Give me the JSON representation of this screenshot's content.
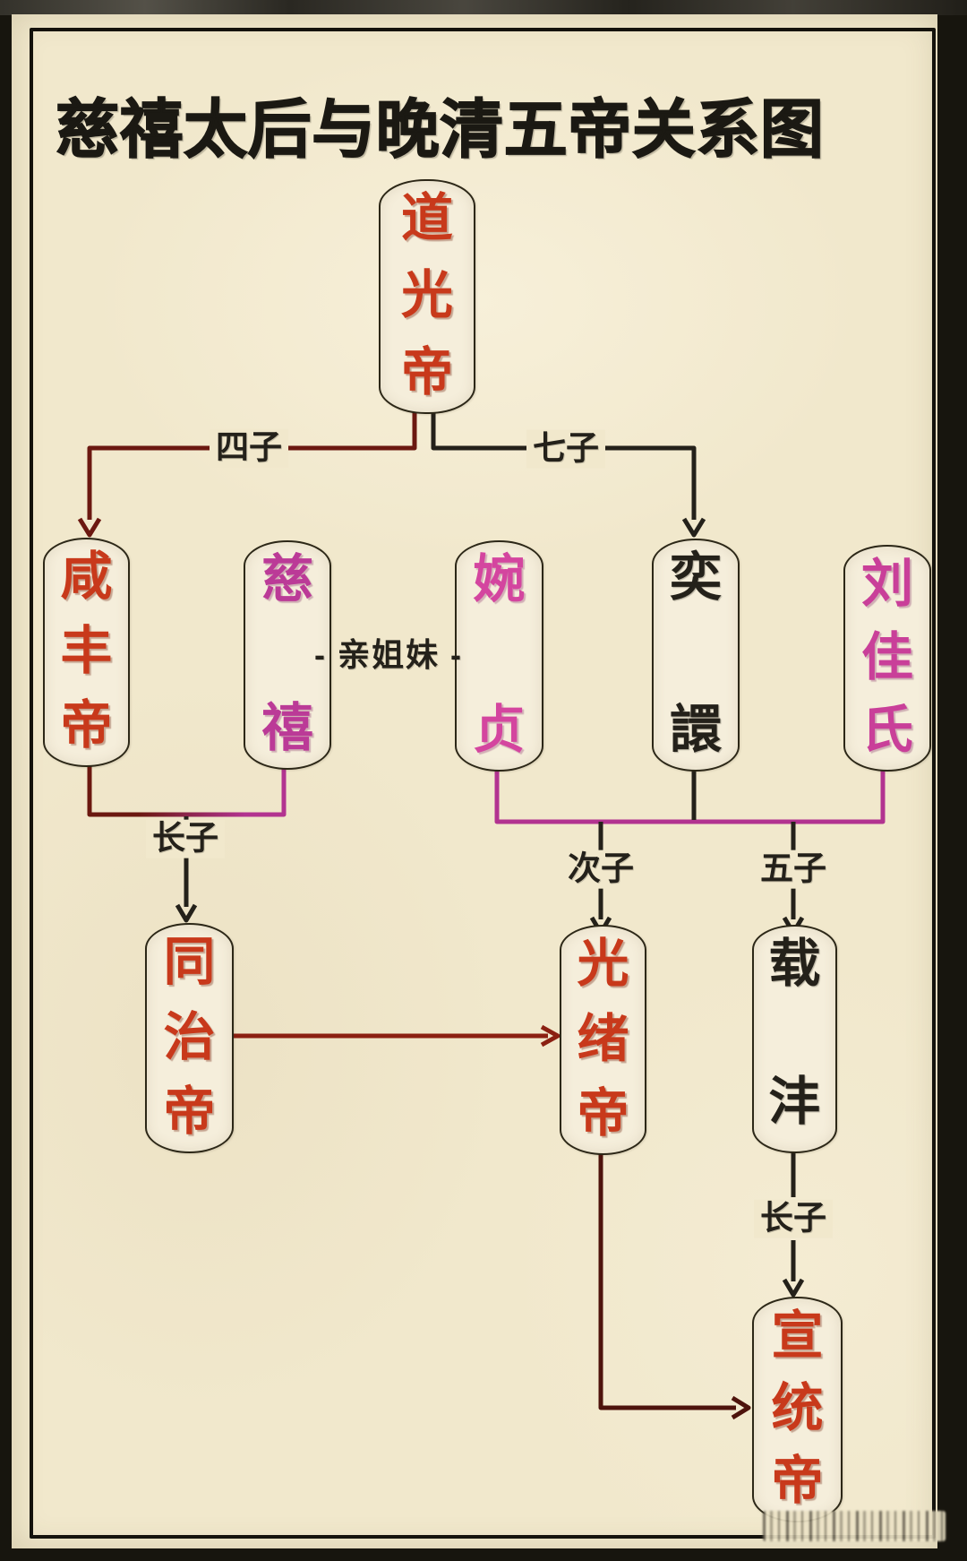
{
  "title": "慈禧太后与晚清五帝关系图",
  "nodes": [
    {
      "id": "daoguang",
      "label": "道光帝"
    },
    {
      "id": "xianfeng",
      "label": "咸丰帝"
    },
    {
      "id": "cixi",
      "label": "慈禧"
    },
    {
      "id": "wanzhen",
      "label": "婉贞"
    },
    {
      "id": "yixuan",
      "label": "奕譞"
    },
    {
      "id": "liujiashi",
      "label": "刘佳氏"
    },
    {
      "id": "tongzhi",
      "label": "同治帝"
    },
    {
      "id": "guangxu",
      "label": "光绪帝"
    },
    {
      "id": "zaifeng",
      "label": "载沣"
    },
    {
      "id": "xuantong",
      "label": "宣统帝"
    }
  ],
  "edge_labels": {
    "daoguang_to_xianfeng": "四子",
    "daoguang_to_yixuan": "七子",
    "cixi_wanzhen_relation": "- 亲姐妹 -",
    "xianfeng_cixi_to_tongzhi": "长子",
    "wanzhen_yixuan_to_guangxu": "次子",
    "yixuan_liujiashi_to_zaifeng": "五子",
    "zaifeng_to_xuantong": "长子"
  },
  "colors": {
    "paper": "#f1e8cc",
    "frame": "#17150e",
    "title_text": "#1b1913",
    "emperor_text": "#c8391b",
    "cixi_text": "#bb3a97",
    "wanzhen_text": "#d4459f",
    "liujiashi_text": "#c93f99",
    "black_text": "#24211a",
    "line_dark_red": "#6b1810",
    "line_magenta": "#b23390",
    "line_black": "#24211a",
    "succession_arrow_red": "#8b2012",
    "succession_arrow_maroon": "#4e130c"
  }
}
